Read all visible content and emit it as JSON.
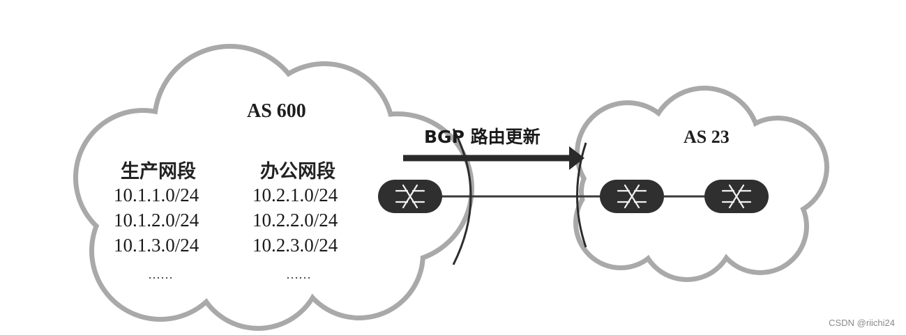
{
  "left_cloud": {
    "title": "AS 600",
    "columns": [
      {
        "header": "生产网段",
        "prefixes": [
          "10.1.1.0/24",
          "10.1.2.0/24",
          "10.1.3.0/24"
        ],
        "ellipsis": "……"
      },
      {
        "header": "办公网段",
        "prefixes": [
          "10.2.1.0/24",
          "10.2.2.0/24",
          "10.2.3.0/24"
        ],
        "ellipsis": "……"
      }
    ]
  },
  "right_cloud": {
    "title": "AS 23"
  },
  "arrow": {
    "label": "BGP 路由更新"
  },
  "routers": [
    "router-icon",
    "router-icon",
    "router-icon"
  ],
  "watermark": "CSDN @riichi24",
  "colors": {
    "cloud_edge": "#a9a9a9",
    "router": "#2f2f2f",
    "arrow": "#2a2a2a"
  }
}
